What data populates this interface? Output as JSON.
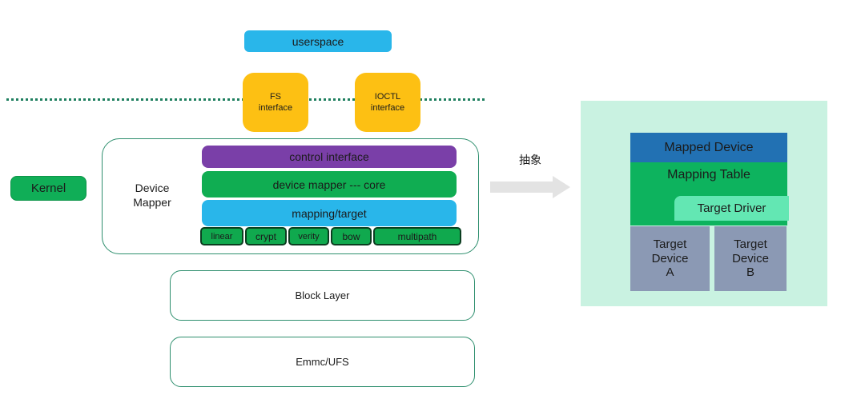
{
  "userspace": {
    "label": "userspace"
  },
  "interfaces": {
    "fs": {
      "label": "FS\ninterface"
    },
    "ioctl": {
      "label": "IOCTL\ninterface"
    }
  },
  "kernel": {
    "label": "Kernel"
  },
  "device_mapper": {
    "label": "Device\nMapper",
    "layers": [
      {
        "label": "control interface"
      },
      {
        "label": "device mapper --- core"
      },
      {
        "label": "mapping/target"
      }
    ],
    "targets": [
      "linear",
      "crypt",
      "verity",
      "bow",
      "multipath"
    ]
  },
  "arrow": {
    "label": "抽象"
  },
  "abstract_panel": {
    "mapped_device": "Mapped Device",
    "mapping_table": "Mapping Table",
    "target_driver": "Target Driver",
    "target_device_a": "Target\nDevice\nA",
    "target_device_b": "Target\nDevice\nB"
  },
  "lower_layers": {
    "block_layer": "Block Layer",
    "storage": "Emmc/UFS"
  },
  "colors": {
    "userspace_blue": "#29b6ea",
    "interface_orange": "#fdc013",
    "control_purple": "#7a3fa8",
    "core_green": "#10ad52",
    "mapping_blue": "#29b6ea",
    "target_chip_green": "#10a94e",
    "kernel_green": "#10ae57",
    "container_border_green": "#2e8f6e",
    "dotted_line_green": "#1e7f5f",
    "panel_mint": "#c9f2e1",
    "mapped_device_blue": "#2271b3",
    "mapping_table_green": "#0db35e",
    "target_driver_mint": "#63e7b3",
    "target_device_gray": "#8b99b4",
    "arrow_gray": "#e3e3e3"
  }
}
